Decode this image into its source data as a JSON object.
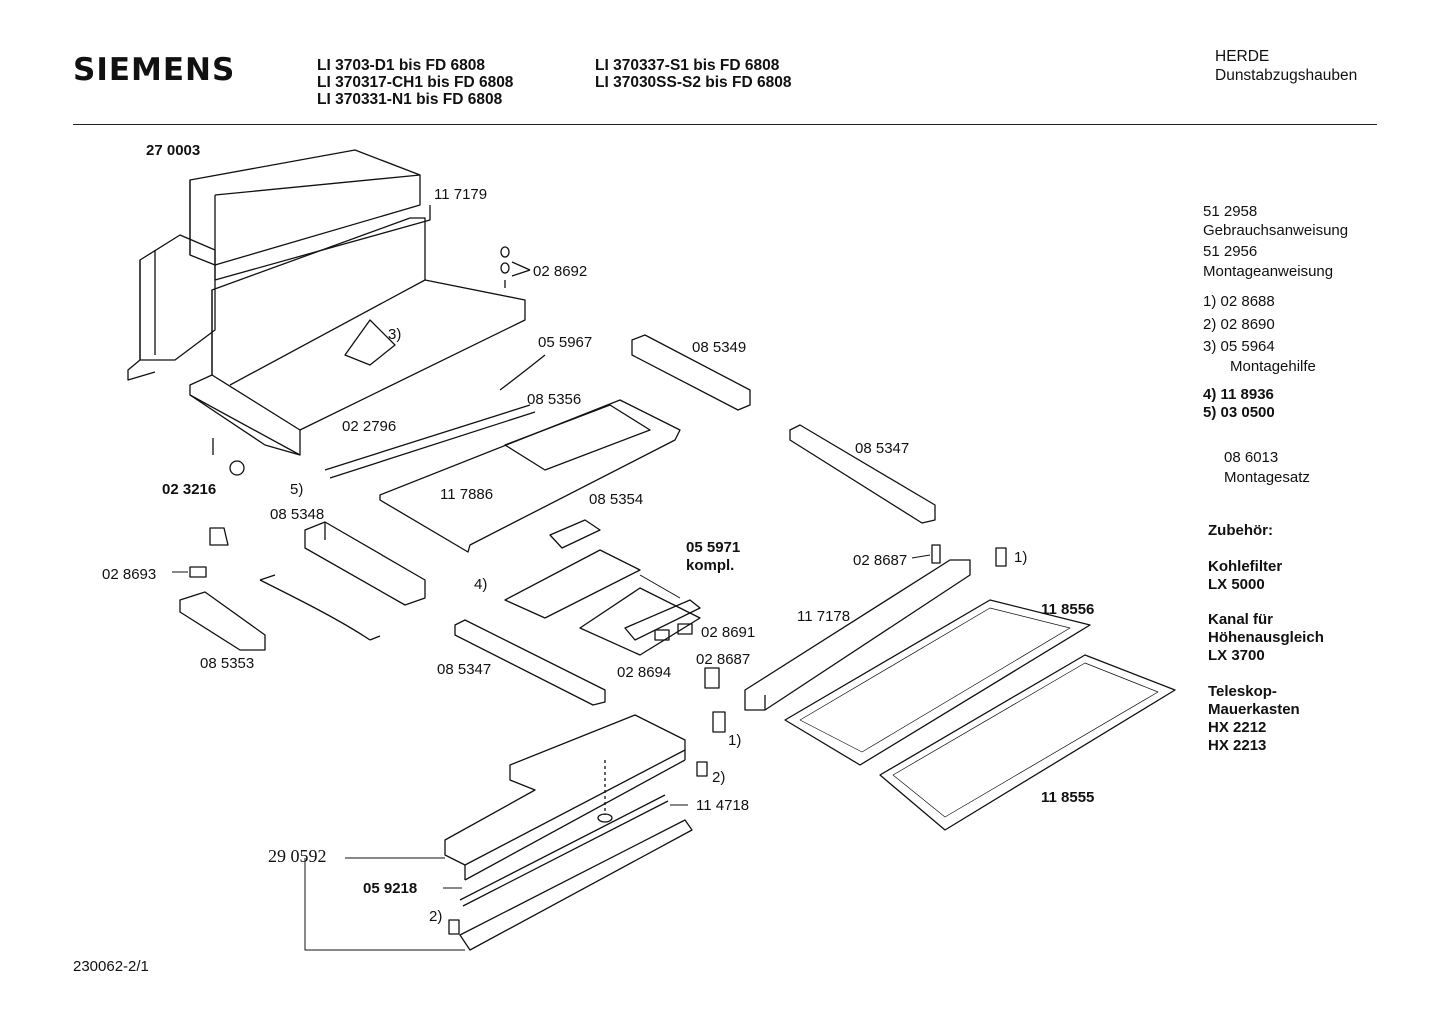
{
  "header": {
    "brand": "SIEMENS",
    "models_col1": [
      "LI 3703-D1 bis FD 6808",
      "LI 370317-CH1 bis FD 6808",
      "LI 370331-N1 bis FD 6808"
    ],
    "models_col2": [
      "LI 370337-S1 bis FD 6808",
      "LI 37030SS-S2 bis FD 6808"
    ],
    "category": [
      "HERDE",
      "Dunstabzugshauben"
    ]
  },
  "parts": {
    "p270003": "27 0003",
    "p117179": "11 7179",
    "p028692": "02 8692",
    "n3": "3)",
    "p055967": "05 5967",
    "p085349": "08 5349",
    "p085356": "08 5356",
    "p022796": "02 2796",
    "p023216": "02 3216",
    "n5": "5)",
    "p117886": "11 7886",
    "p085348": "08 5348",
    "p085354": "08 5354",
    "p085347a": "08 5347",
    "p055971": "05 5971",
    "kompl": "kompl.",
    "n4": "4)",
    "p028693": "02 8693",
    "p085353": "08 5353",
    "p028687a": "02 8687",
    "n1a": "1)",
    "p117178": "11 7178",
    "p118556": "11 8556",
    "p028691": "02 8691",
    "p085347b": "08 5347",
    "p028694": "02 8694",
    "p028687b": "02 8687",
    "n1b": "1)",
    "n2a": "2)",
    "p114718": "11 4718",
    "p118555": "11 8555",
    "p290592": "29 0592",
    "p059218": "05 9218",
    "n2b": "2)"
  },
  "sidebar": {
    "doc1_no": "51 2958",
    "doc1_name": "Gebrauchsanweisung",
    "doc2_no": "51 2956",
    "doc2_name": "Montageanweisung",
    "notes": [
      "1)  02 8688",
      "2)  02 8690",
      "3)  05 5964"
    ],
    "note3_sub": "Montagehilfe",
    "notes2": [
      "4) 11 8936",
      "5) 03 0500"
    ],
    "kit_no": "08 6013",
    "kit_name": "Montagesatz",
    "accessories_title": "Zubehör:",
    "acc1": [
      "Kohlefilter",
      "LX 5000"
    ],
    "acc2": [
      "Kanal für",
      "Höhenausgleich",
      "LX 3700"
    ],
    "acc3": [
      "Teleskop-",
      "Mauerkasten",
      "HX 2212",
      "HX 2213"
    ]
  },
  "footer": {
    "doc_number": "230062-2/1"
  }
}
